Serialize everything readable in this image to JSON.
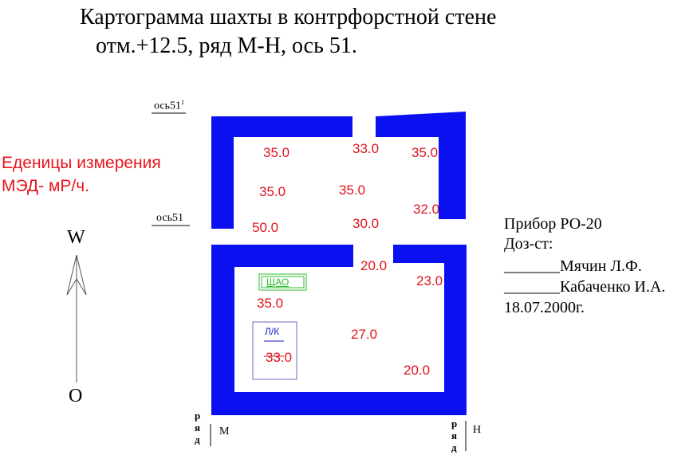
{
  "title": {
    "line1": "Картограмма шахты в контрфорстной стене",
    "line2": "отм.+12.5, ряд М-Н, ось 51."
  },
  "units": {
    "line1": "Еденицы измерения",
    "line2": "МЭД- мР/ч."
  },
  "axes": {
    "axis_51_1": "ось51",
    "axis_51_1_sup": "1",
    "axis_51": "ось51",
    "row_label_left": "р я д",
    "row_m": "М",
    "row_label_right": "р я д",
    "row_n": "Н"
  },
  "directions": {
    "west": "W",
    "east": "О"
  },
  "measurements": {
    "upper": {
      "v1": "35.0",
      "v2": "33.0",
      "v3": "35.0",
      "v4": "35.0",
      "v5": "35.0",
      "v6": "32.0",
      "v7": "50.0",
      "v8": "30.0"
    },
    "lower": {
      "v1": "20.0",
      "v2": "23.0",
      "v3": "35.0",
      "v4": "27.0",
      "v5": "33.0",
      "v6": "20.0"
    }
  },
  "markers": {
    "shao": "ЩАО",
    "lk": "Л/К"
  },
  "info": {
    "device": "Прибор РО-20",
    "dosimetrist_label": "Доз-ст:",
    "person1": "_______Мячин Л.Ф.",
    "person2": "_______Кабаченко И.А.",
    "date": "18.07.2000г."
  },
  "colors": {
    "wall": "#0a10f0",
    "value_text": "#e0141c",
    "units_text": "#e8141c",
    "shao_green": "#2dbb2d",
    "lk_blue": "#1818c8"
  }
}
